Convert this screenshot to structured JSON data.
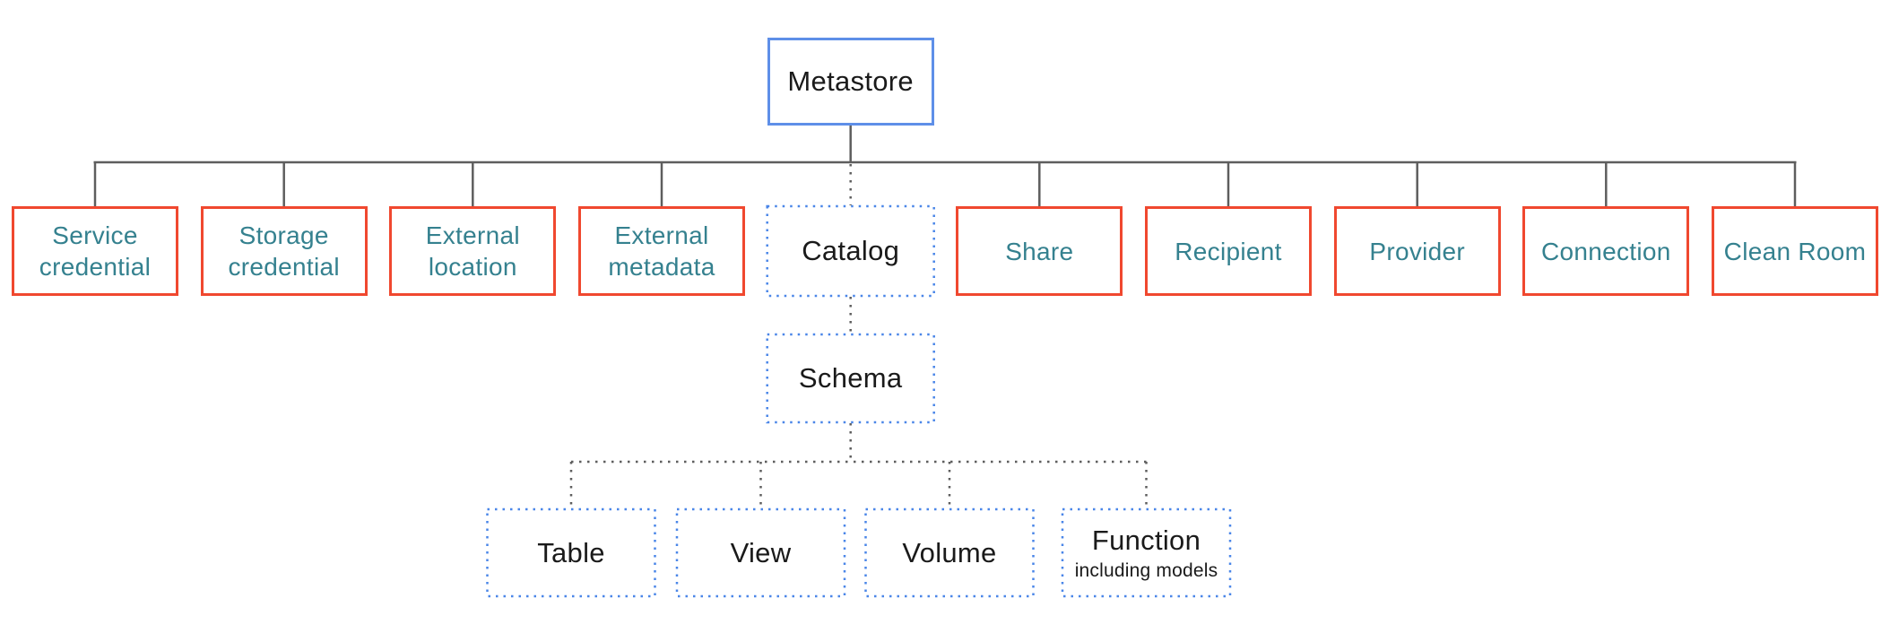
{
  "colors": {
    "root_border_blue": "#5e8fe8",
    "dotted_border_blue": "#4a86e8",
    "securable_border_red": "#f0482f",
    "securable_text_teal": "#35818f",
    "connector_gray": "#5e5e5e",
    "label_black": "#1a1a1a",
    "background": "#ffffff"
  },
  "diagram": {
    "root": {
      "label": "Metastore"
    },
    "level1": [
      {
        "label": "Service credential"
      },
      {
        "label": "Storage credential"
      },
      {
        "label": "External location"
      },
      {
        "label": "External metadata"
      },
      {
        "label": "Catalog"
      },
      {
        "label": "Share"
      },
      {
        "label": "Recipient"
      },
      {
        "label": "Provider"
      },
      {
        "label": "Connection"
      },
      {
        "label": "Clean Room"
      }
    ],
    "level2": {
      "label": "Schema"
    },
    "level3": [
      {
        "label": "Table"
      },
      {
        "label": "View"
      },
      {
        "label": "Volume"
      },
      {
        "label": "Function",
        "sublabel": "including models"
      }
    ]
  }
}
